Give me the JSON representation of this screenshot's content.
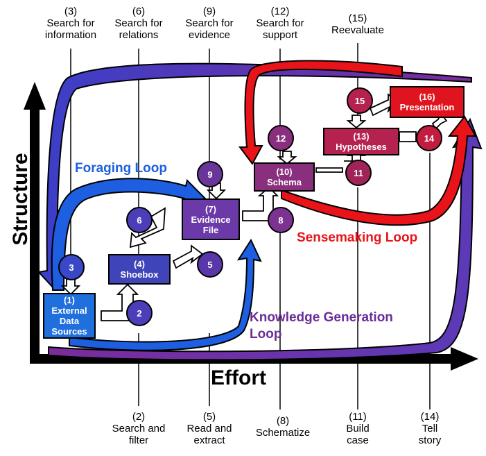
{
  "top_labels": [
    {
      "num": "(3)",
      "text": "Search for\ninformation"
    },
    {
      "num": "(6)",
      "text": "Search for\nrelations"
    },
    {
      "num": "(9)",
      "text": "Search for\nevidence"
    },
    {
      "num": "(12)",
      "text": "Search for\nsupport"
    },
    {
      "num": "(15)",
      "text": "Reevaluate"
    }
  ],
  "bottom_labels": [
    {
      "num": "(2)",
      "text": "Search and\nfilter"
    },
    {
      "num": "(5)",
      "text": "Read and\nextract"
    },
    {
      "num": "(8)",
      "text": "Schematize"
    },
    {
      "num": "(11)",
      "text": "Build\ncase"
    },
    {
      "num": "(14)",
      "text": "Tell\nstory"
    }
  ],
  "nodes": {
    "n1": {
      "num": "(1)",
      "text": "External\nData\nSources",
      "color": "#1f6fdc"
    },
    "n4": {
      "num": "(4)",
      "text": "Shoebox",
      "color": "#3f45b8"
    },
    "n7": {
      "num": "(7)",
      "text": "Evidence\nFile",
      "color": "#6b3aa8"
    },
    "n10": {
      "num": "(10)",
      "text": "Schema",
      "color": "#8a2f7e"
    },
    "n13": {
      "num": "(13)",
      "text": "Hypotheses",
      "color": "#b5224f"
    },
    "n16": {
      "num": "(16)",
      "text": "Presentation",
      "color": "#e0141e"
    }
  },
  "steps": {
    "s2": {
      "label": "2",
      "color": "#4a3fb8"
    },
    "s3": {
      "label": "3",
      "color": "#3a48c8"
    },
    "s5": {
      "label": "5",
      "color": "#5a37a8"
    },
    "s6": {
      "label": "6",
      "color": "#4a3fb8"
    },
    "s8": {
      "label": "8",
      "color": "#7b3290"
    },
    "s9": {
      "label": "9",
      "color": "#6a3598"
    },
    "s11": {
      "label": "11",
      "color": "#a02458"
    },
    "s12": {
      "label": "12",
      "color": "#8a2f7e"
    },
    "s14": {
      "label": "14",
      "color": "#c21c3e"
    },
    "s15": {
      "label": "15",
      "color": "#b5224f"
    }
  },
  "loops": {
    "foraging": {
      "text": "Foraging Loop",
      "color": "#1d5fe0"
    },
    "sensemaking": {
      "text": "Sensemaking Loop",
      "color": "#e8141a"
    },
    "knowledge": {
      "text": "Knowledge Generation\nLoop",
      "color": "#6b2c96"
    }
  },
  "axes": {
    "x": "Effort",
    "y": "Structure"
  },
  "colors": {
    "foraging_arrow": "#1d5fe0",
    "sensemaking_arrow": "#e8141a",
    "knowledge_arrow_start": "#3b3fc8",
    "knowledge_arrow_end": "#7b2c9c"
  }
}
